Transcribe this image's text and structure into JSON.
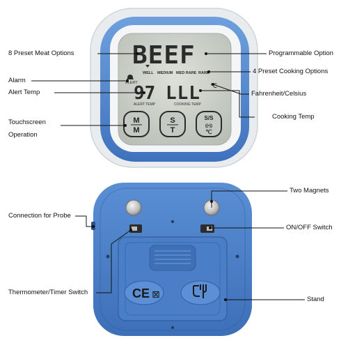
{
  "display": {
    "meat_text": "BEEF",
    "presets": [
      "WELL",
      "MEDIUM",
      "MED RARE",
      "RARE"
    ],
    "alert_label": "ALERT",
    "alert_temp_value": "97",
    "cooking_temp_value": "LLL",
    "unit_symbol": "℃",
    "alert_temp_label": "ALERT TEMP",
    "cooking_temp_label": "COOKING TEMP"
  },
  "buttons": {
    "mm_top": "M",
    "mm_bottom": "M",
    "st_top": "S",
    "st_bottom": "T",
    "ss_top": "S/S",
    "ss_icon": "((•))",
    "unit": "℃"
  },
  "back": {
    "ce_mark": "CE",
    "ce_extra": "⊠"
  },
  "callouts": {
    "preset_meat": "8 Preset Meat Options",
    "alarm": "Alarm",
    "alert_temp": "Alert Temp",
    "touchscreen_line1": "Touchscreen",
    "touchscreen_line2": "Operation",
    "programmable": "Programmable Option",
    "cooking_options": "4  Preset Cooking Options",
    "fahrenheit": "Fahrenheit/Celsius",
    "cooking_temp": "Cooking Temp",
    "two_magnets": "Two Magnets",
    "probe": "Connection for Probe",
    "onoff": "ON/OFF Switch",
    "thermo_switch": "Thermometer/Timer  Switch",
    "stand": "Stand"
  },
  "colors": {
    "body_blue": "#4f86cf",
    "body_blue_dark": "#3566ad",
    "bezel": "#f2f4f6",
    "lcd_bg": "#cdd2cb",
    "button_bg": "#c4c9c3"
  }
}
